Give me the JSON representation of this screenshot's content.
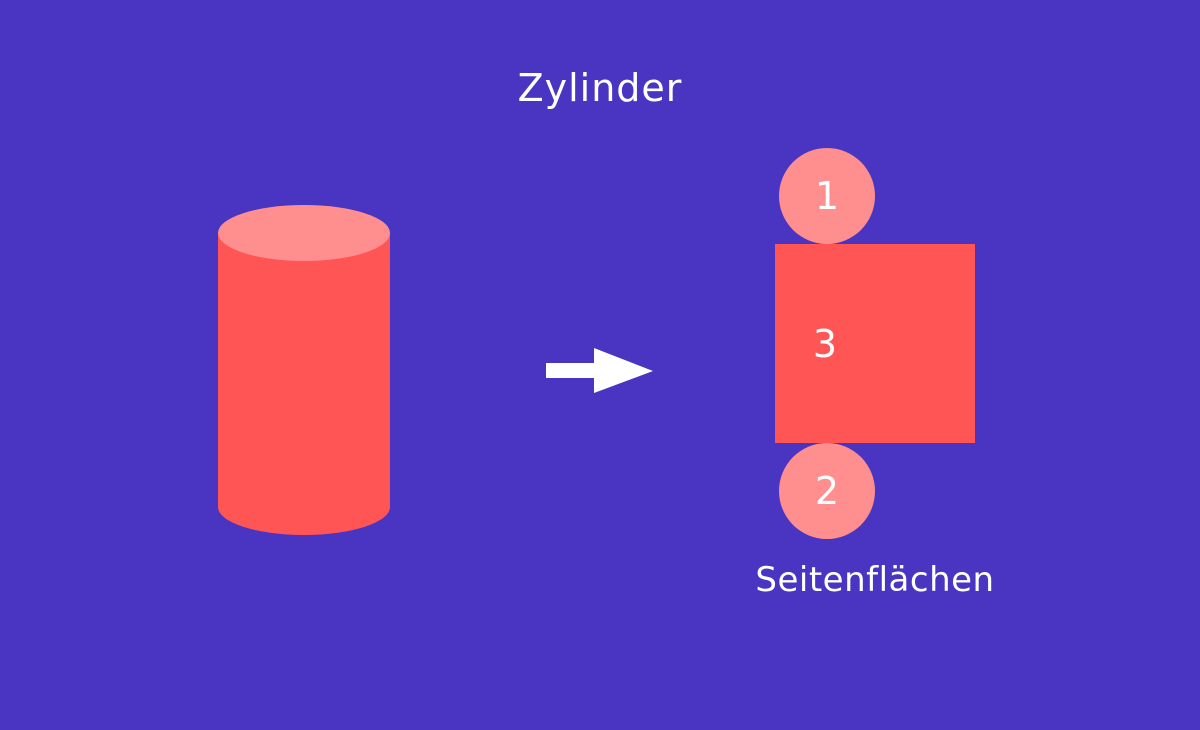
{
  "title": "Zylinder",
  "colors": {
    "background": "#4a35c2",
    "face": "#ff5555",
    "cap": "#ff8f8f",
    "text": "#ffffff"
  },
  "cylinder": {
    "label": "cylinder-3d"
  },
  "net": {
    "top_circle_label": "1",
    "bottom_circle_label": "2",
    "side_rect_label": "3",
    "caption": "Seitenflächen"
  },
  "arrow": {
    "direction": "right"
  }
}
